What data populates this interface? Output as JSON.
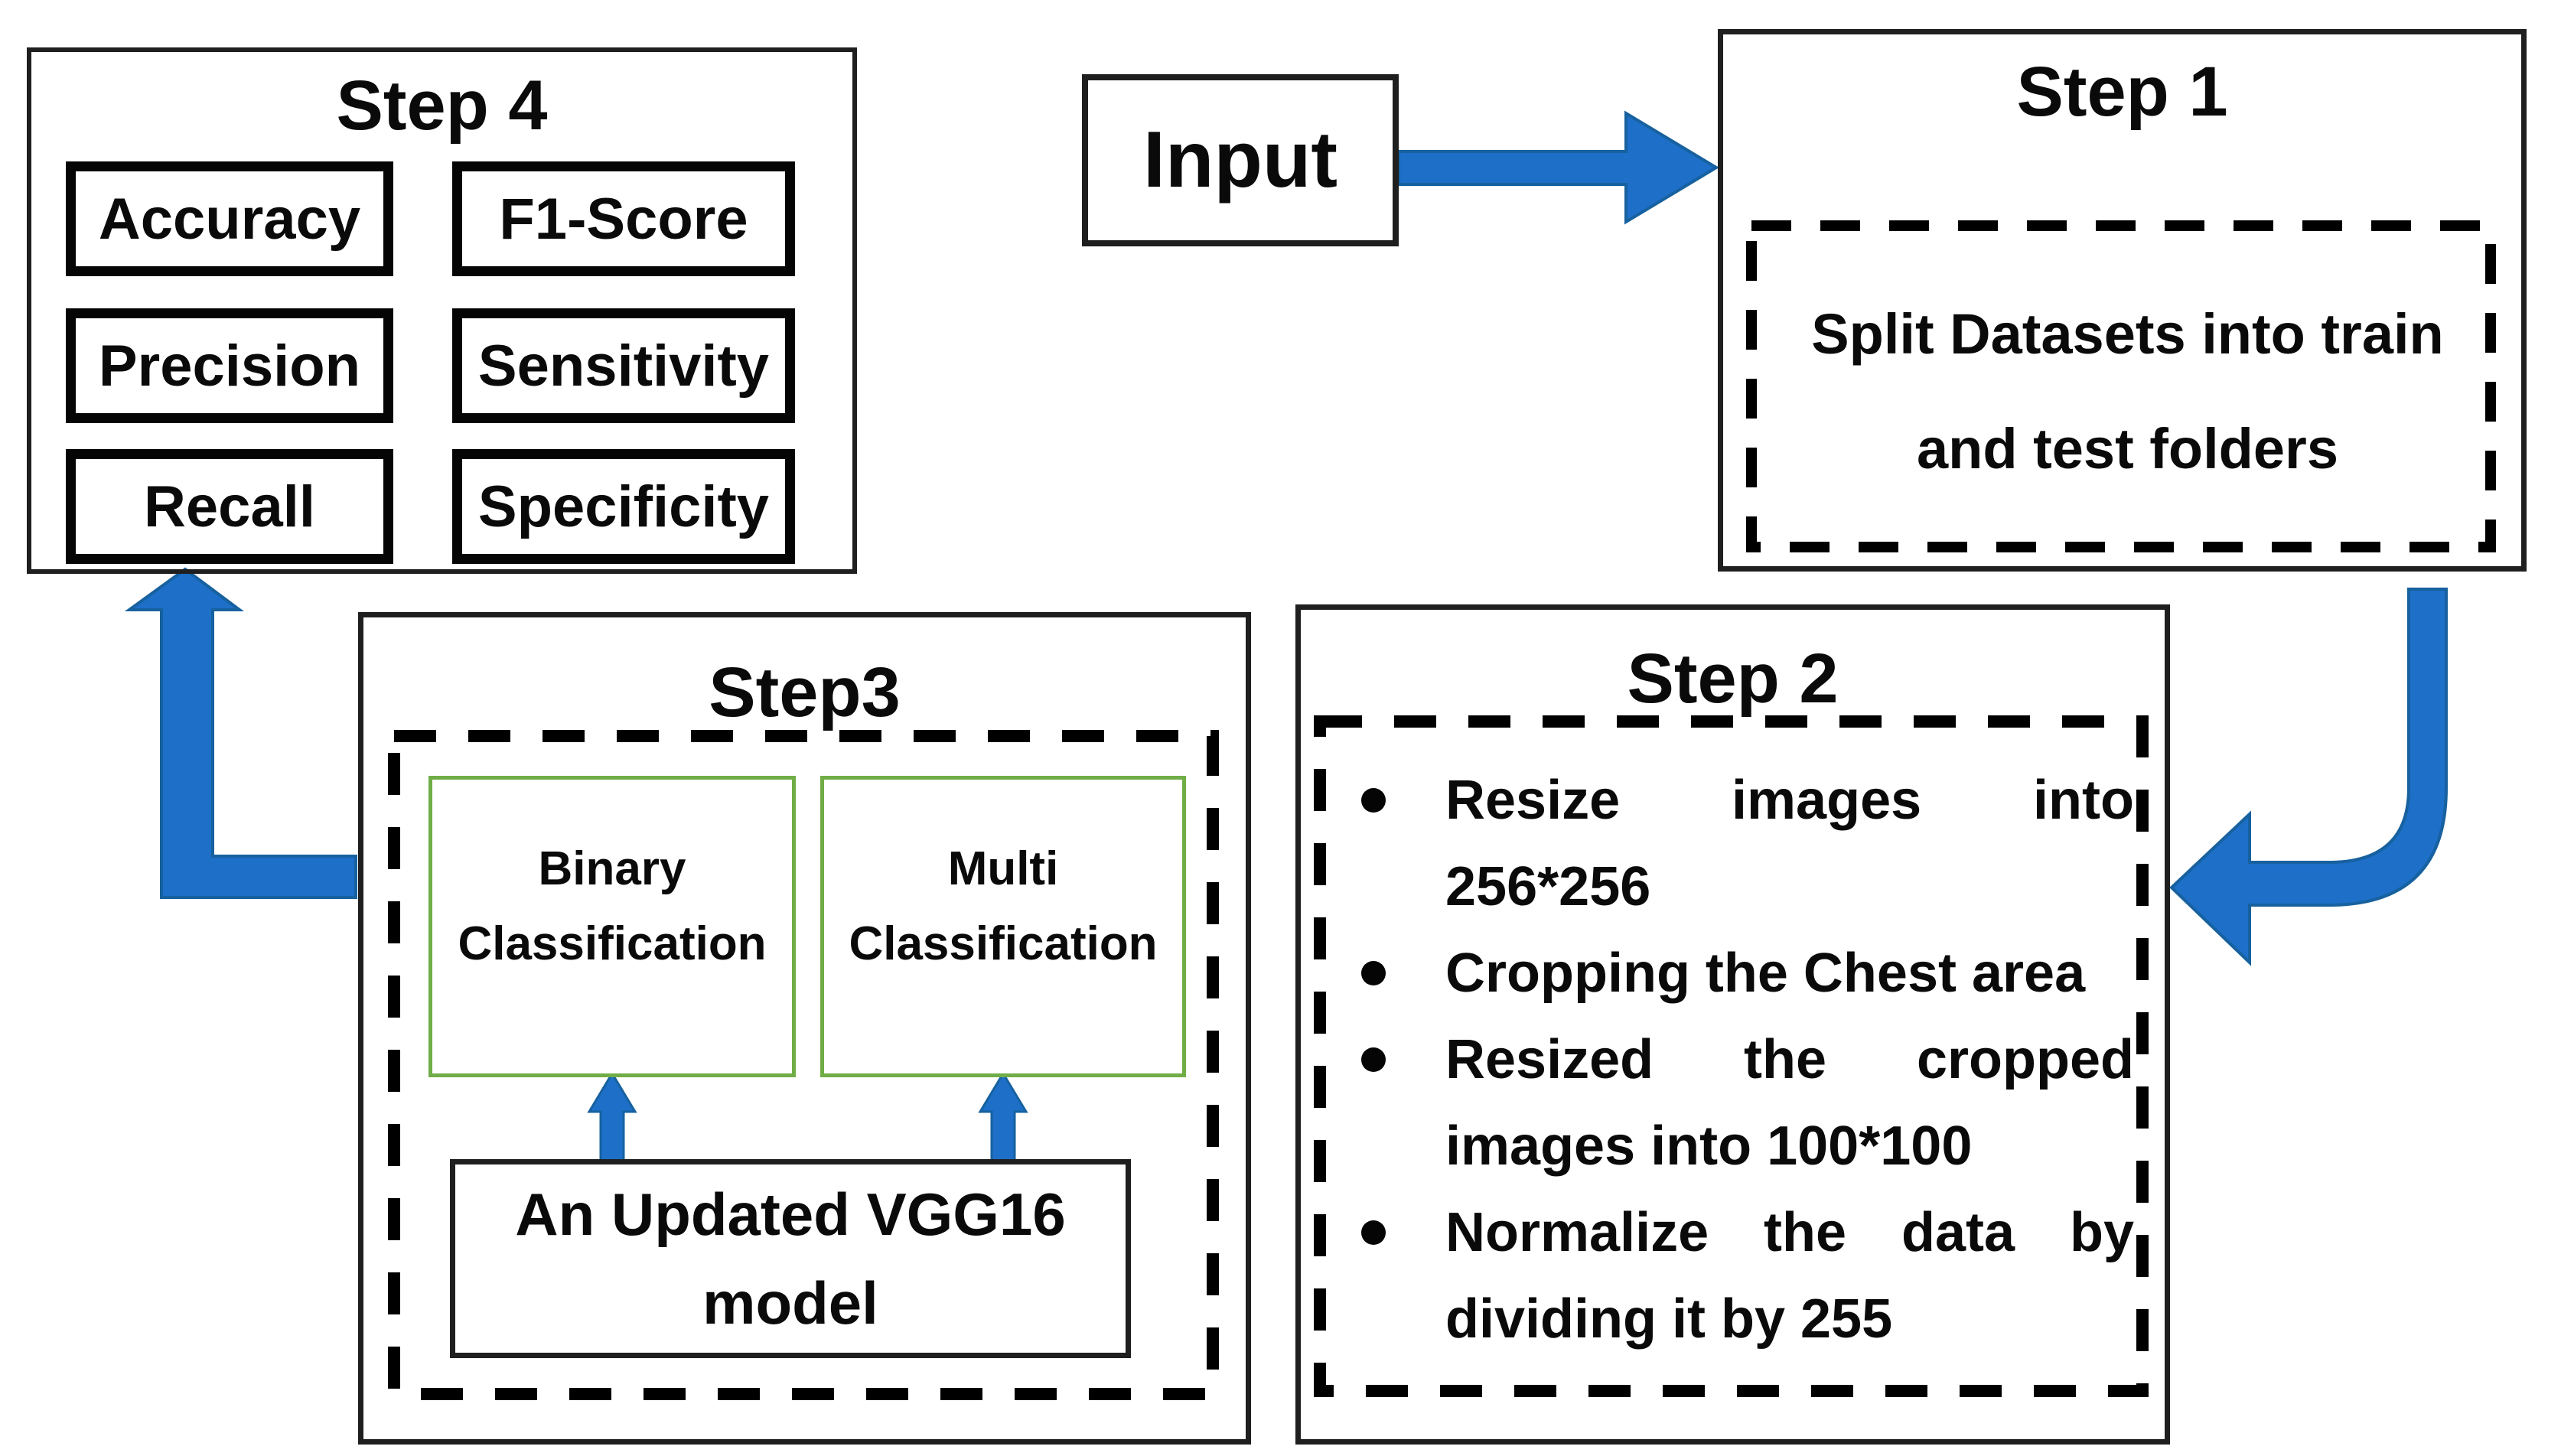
{
  "step4": {
    "title": "Step 4",
    "metrics": [
      "Accuracy",
      "F1-Score",
      "Precision",
      "Sensitivity",
      "Recall",
      "Specificity"
    ]
  },
  "input": {
    "label": "Input"
  },
  "step1": {
    "title": "Step 1",
    "box_line1": "Split Datasets into train",
    "box_line2": "and test folders"
  },
  "step2": {
    "title": "Step 2",
    "bullets": [
      "Resize images into 256*256",
      "Cropping the Chest area",
      "Resized the cropped images into 100*100",
      "Normalize the data by dividing it by 255"
    ]
  },
  "step3": {
    "title": "Step3",
    "binary_line1": "Binary",
    "binary_line2": "Classification",
    "multi_line1": "Multi",
    "multi_line2": "Classification",
    "model_line1": "An Updated VGG16",
    "model_line2": "model"
  },
  "colors": {
    "arrow_blue": "#1d6fc8",
    "green_border": "#70ad47",
    "dash_black": "#000000"
  }
}
